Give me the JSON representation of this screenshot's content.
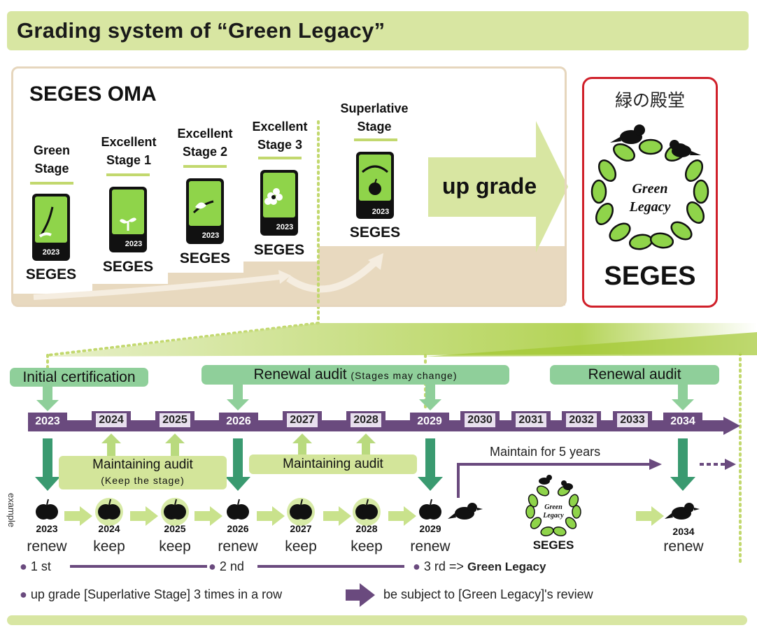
{
  "title": "Grading system of “Green Legacy”",
  "oma": {
    "title": "SEGES OMA",
    "stages": [
      {
        "label_line1": "Green",
        "label_line2": "Stage",
        "year": "2023",
        "brand": "SEGES"
      },
      {
        "label_line1": "Excellent",
        "label_line2": "Stage 1",
        "year": "2023",
        "brand": "SEGES"
      },
      {
        "label_line1": "Excellent",
        "label_line2": "Stage 2",
        "year": "2023",
        "brand": "SEGES"
      },
      {
        "label_line1": "Excellent",
        "label_line2": "Stage 3",
        "year": "2023",
        "brand": "SEGES"
      },
      {
        "label_line1": "Superlative",
        "label_line2": "Stage",
        "year": "2023",
        "brand": "SEGES"
      }
    ],
    "upgrade_label": "up grade"
  },
  "green_legacy": {
    "japanese_title": "緑の殿堂",
    "emblem_line1": "Green",
    "emblem_line2": "Legacy",
    "brand": "SEGES"
  },
  "timeline": {
    "initial_certification": "Initial certification",
    "renewal_audit_1": "Renewal audit",
    "renewal_audit_1_note": "(Stages may change)",
    "renewal_audit_2": "Renewal audit",
    "years": [
      "2023",
      "2024",
      "2025",
      "2026",
      "2027",
      "2028",
      "2029",
      "2030",
      "2031",
      "2032",
      "2033",
      "2034"
    ],
    "maintaining_audit_1": "Maintaining audit",
    "maintaining_audit_1_note": "(Keep the stage)",
    "maintaining_audit_2": "Maintaining audit",
    "maintain_5_years": "Maintain for 5 years"
  },
  "example": {
    "label": "example",
    "steps": [
      {
        "year": "2023",
        "action": "renew"
      },
      {
        "year": "2024",
        "action": "keep"
      },
      {
        "year": "2025",
        "action": "keep"
      },
      {
        "year": "2026",
        "action": "renew"
      },
      {
        "year": "2027",
        "action": "keep"
      },
      {
        "year": "2028",
        "action": "keep"
      },
      {
        "year": "2029",
        "action": "renew"
      },
      {
        "year": "2034",
        "action": "renew"
      }
    ],
    "emblem_line1": "Green",
    "emblem_line2": "Legacy",
    "emblem_brand": "SEGES",
    "first": "1 st",
    "second": "2 nd",
    "third": "3 rd =>",
    "third_target": "Green Legacy"
  },
  "rule": {
    "left": "up grade [Superlative Stage] 3 times in a row",
    "right": "be subject to [Green Legacy]'s review"
  },
  "colors": {
    "light_green": "#d8e6a2",
    "pill_green": "#8fcf9a",
    "arrow_green": "#3a9a70",
    "purple": "#6a4a7e",
    "beige": "#e6d6bd",
    "red_border": "#d0202a",
    "leaf_green": "#8fd44a"
  }
}
